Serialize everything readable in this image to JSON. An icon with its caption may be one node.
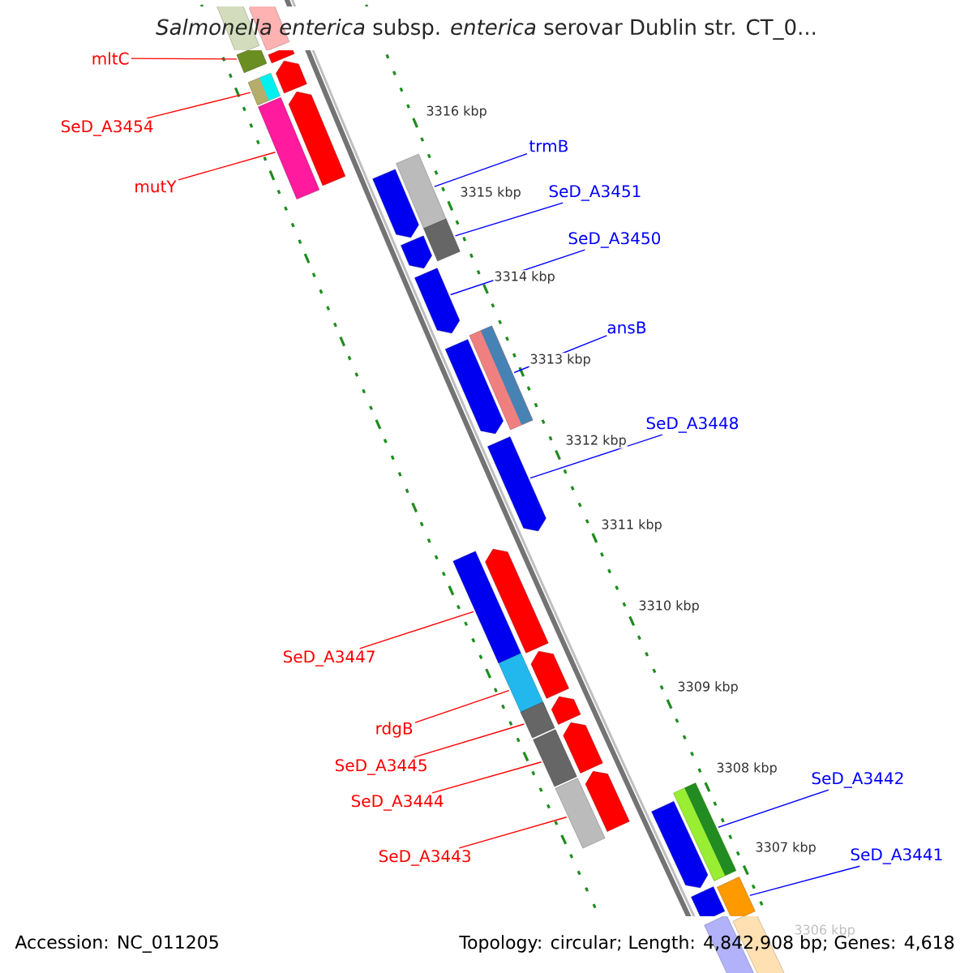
{
  "diagram": {
    "title": "*Salmonella enterica* subsp. *enterica* serovar Dublin str. CT_0...",
    "nodes": [
      {
        "text": [],
        "shape": "bar"
      },
      {
        "text": [],
        "shape": "bar"
      },
      {
        "text": [],
        "shape": "bar"
      },
      {
        "text": [],
        "shape": "bar"
      },
      {
        "text": [],
        "shape": "bar"
      },
      {
        "text": [],
        "shape": "bar"
      },
      {
        "text": [],
        "shape": "bar"
      },
      {
        "text": [],
        "shape": "bar"
      },
      {
        "text": [],
        "shape": "bar"
      },
      {
        "text": [],
        "shape": "bar"
      },
      {
        "text": [],
        "shape": "bar"
      },
      {
        "text": [],
        "shape": "bar"
      },
      {
        "text": [],
        "shape": "bar"
      },
      {
        "text": [],
        "shape": "bar"
      },
      {
        "text": [],
        "shape": "bar"
      },
      {
        "text": [],
        "shape": "bar"
      },
      {
        "text": [],
        "shape": "bar"
      },
      {
        "text": [],
        "shape": "bar"
      },
      {
        "text": [],
        "shape": "bar"
      },
      {
        "text": [],
        "shape": "bar"
      },
      {
        "text": [],
        "shape": "bar"
      },
      {
        "text": [],
        "shape": "bar"
      },
      {
        "text": [],
        "shape": "bar"
      },
      {
        "text": [],
        "shape": "bar"
      },
      {
        "text": [],
        "shape": "bar"
      },
      {
        "text": [],
        "shape": "bar"
      },
      {
        "text": [],
        "shape": "bar"
      },
      {
        "text": [],
        "shape": "bar"
      },
      {
        "text": [
          "mltC"
        ]
      },
      {
        "text": [
          "SeD_A3454"
        ]
      },
      {
        "text": [
          "mutY"
        ]
      },
      {
        "text": [
          "trmB"
        ]
      },
      {
        "text": [
          "SeD_A3451"
        ]
      },
      {
        "text": [
          "SeD_A3450"
        ]
      },
      {
        "text": [
          "ansB"
        ]
      },
      {
        "text": [
          "SeD_A3448"
        ]
      },
      {
        "text": [
          "SeD_A3447"
        ]
      },
      {
        "text": [
          "rdgB"
        ]
      },
      {
        "text": [
          "SeD_A3445"
        ]
      },
      {
        "text": [
          "SeD_A3444"
        ]
      },
      {
        "text": [
          "SeD_A3443"
        ]
      },
      {
        "text": [
          "SeD_A3442"
        ]
      },
      {
        "text": [
          "SeD_A3441"
        ]
      }
    ],
    "edges": [
      {
        "from": 28,
        "to": 0,
        "arrow": "none"
      },
      {
        "from": 29,
        "to": 3,
        "arrow": "none"
      },
      {
        "from": 30,
        "to": 5,
        "arrow": "none"
      },
      {
        "from": 31,
        "to": 6,
        "arrow": "none",
        "color": "#0000ff"
      },
      {
        "from": 32,
        "to": 8,
        "arrow": "none",
        "color": "#0000ff"
      },
      {
        "from": 33,
        "to": 10,
        "arrow": "none",
        "color": "#0000ff"
      },
      {
        "from": 34,
        "to": 11,
        "arrow": "none",
        "color": "#0000ff"
      },
      {
        "from": 35,
        "to": 13,
        "arrow": "none",
        "color": "#0000ff"
      },
      {
        "from": 36,
        "to": 15,
        "arrow": "none"
      },
      {
        "from": 37,
        "to": 17,
        "arrow": "none"
      },
      {
        "from": 38,
        "to": 19,
        "arrow": "none"
      },
      {
        "from": 39,
        "to": 21,
        "arrow": "none"
      },
      {
        "from": 40,
        "to": 23,
        "arrow": "none"
      },
      {
        "from": 41,
        "to": 24,
        "arrow": "none",
        "color": "#0000ff"
      },
      {
        "from": 42,
        "to": 26,
        "arrow": "none",
        "color": "#0000ff"
      }
    ],
    "labels": [
      "3316 kbp",
      "3315 kbp",
      "3314 kbp",
      "3313 kbp",
      "3312 kbp",
      "3311 kbp",
      "3310 kbp",
      "3309 kbp",
      "3308 kbp",
      "3307 kbp",
      "3306 kbp",
      "Accession: NC_011205",
      "Topology: circular; Length: 4,842,908 bp; Genes: 4,618"
    ]
  }
}
